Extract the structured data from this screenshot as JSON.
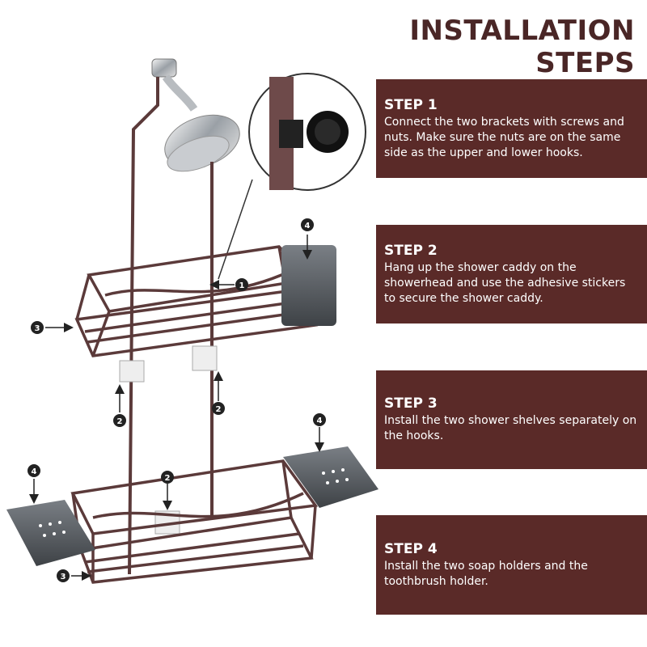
{
  "header": {
    "title": "INSTALLATION STEPS"
  },
  "steps": [
    {
      "heading": "STEP 1",
      "body": "Connect the two brackets with screws and nuts. Make sure the nuts are on the same side as the upper and lower hooks."
    },
    {
      "heading": "STEP 2",
      "body": "Hang up the shower caddy on the showerhead and use the adhesive stickers to secure the shower caddy."
    },
    {
      "heading": "STEP 3",
      "body": "Install the two shower shelves separately on the hooks."
    },
    {
      "heading": "STEP 4",
      "body": "Install the two soap holders and the toothbrush holder."
    }
  ],
  "callouts": {
    "one": "1",
    "two": "2",
    "three": "3",
    "four": "4"
  },
  "colors": {
    "brand": "#5a2a28",
    "title": "#4a2626",
    "frame": "#5b3a3a",
    "caddy_gray": "#55595e"
  }
}
